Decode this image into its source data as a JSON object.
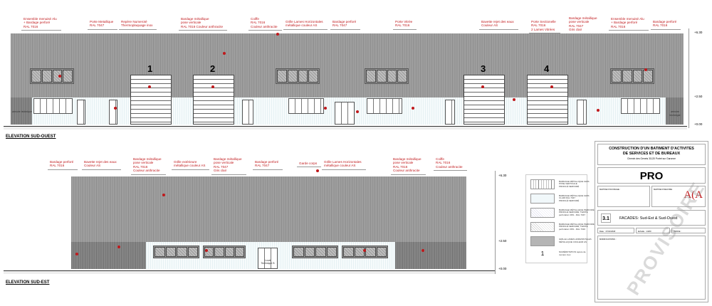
{
  "elevation_sw": {
    "title": "ELEVATION SUD-OUEST",
    "callouts": [
      "Ensemble menuisé Alu\n+ Bardage perforé\nRAL 7016",
      "Porte Metallique\nRAL 7047",
      "Repère Numeroté\nThermoplaquage inox",
      "Bardage métallique\npose verticale\nRAL 7016 Couleur anthracite",
      "Coiffe\nRAL 7016\nCouleur anthracite",
      "Grille Lames Horizontales\nmétallique couleur AS",
      "Bardage perforé\nRAL 7047",
      "Porte Vitrée\nRAL 7016",
      "Bavette rejet des eaux\nCouleur AS",
      "Porte Sectionelle\nRAL 7016\n2 Lames Vitrées",
      "Bardage métallique\npose verticale\nRAL 7047\nGris clair",
      "Ensemble menuisé Alu\n+ Bardage perforé\nRAL 7016",
      "Bardage perforé\nRAL 7016"
    ],
    "door_numbers": [
      "1",
      "2",
      "3",
      "4"
    ],
    "room_labels": [
      "armoire technique",
      "armoire technique"
    ],
    "levels": [
      "+6.30",
      "+2.50",
      "+0.00"
    ]
  },
  "elevation_se": {
    "title": "ELEVATION SUD-EST",
    "callouts": [
      "Bardage perforé\nRAL 7016",
      "Bavette rejet des eaux\nCouleur AS",
      "Bardage métallique\npose verticale\nRAL 7016\nCouleur anthracite",
      "Grille extérieure\nmétallique couleur AS",
      "Bardage métallique\npose verticale\nRAL 7047\nGris clair",
      "Bardage perforé\nRAL 7047",
      "Garde corps",
      "Grille Lames Horizontales\nmétallique couleur AS",
      "Bardage métallique\npose verticale\nRAL 7016\nCouleur anthracite",
      "Coiffe\nRAL 7016\nCouleur anthracite"
    ],
    "room_label": "Local\nTechnique B",
    "levels": [
      "+6.30",
      "+2.50",
      "+0.00"
    ]
  },
  "legend": {
    "items": [
      {
        "text": "BARDAGE MÉTALLIQUE GRIS\nPOSE VERTICALE\nPROFILÉ NERVURÉ",
        "swatch": "stripes"
      },
      {
        "text": "BARDAGE MÉTALLIQUE GRIS\nCLAIR RAL 7047\nPROFILÉ NERVURÉ",
        "swatch": "light"
      },
      {
        "text": "BARDAGE MÉTALLIQUE PERFORÉ\nPROFILÉ NERVURÉ, TEINTE\nperforation 30% - RAL 7047",
        "swatch": "perf-light"
      },
      {
        "text": "BARDAGE MÉTALLIQUE PERFORÉ\nPROFILÉ NERVURÉ, TEINTE\nperforation 30% - RAL 7016",
        "swatch": "perf"
      },
      {
        "text": "GRILLE LAMES HORIZONTALES\nMÉTALLIQUE COULEUR AS",
        "swatch": "grey"
      },
      {
        "text": "NUMÉROTATION repère de\nnuméro inox",
        "symbol": "1"
      }
    ]
  },
  "title_block": {
    "project": "CONSTRUCTION D'UN BATIMENT D'ACTIVITES\nDE SERVICES ET DE BUREAUX",
    "address": "Chemin des Genets 31120 Portet sur Garonne",
    "phase": "PRO",
    "owner_label": "MAITRE D'OUVRAGE :",
    "architect_label": "MAITRE D'OEUVRE :",
    "logo": "A(A",
    "sheet_number": "3.1",
    "sheet_title": "FACADES: Sud-Est & Sud-Ouest",
    "date_label": "Date : 17/10/2018",
    "scale_label": "Echelle : 1/200",
    "index_label": "INDICE :",
    "modifications_label": "MODIFICATIONS :",
    "watermark": "PROVISOIRE"
  },
  "colors": {
    "annotation": "#c0191c",
    "cladding": "#9a9a9a"
  }
}
